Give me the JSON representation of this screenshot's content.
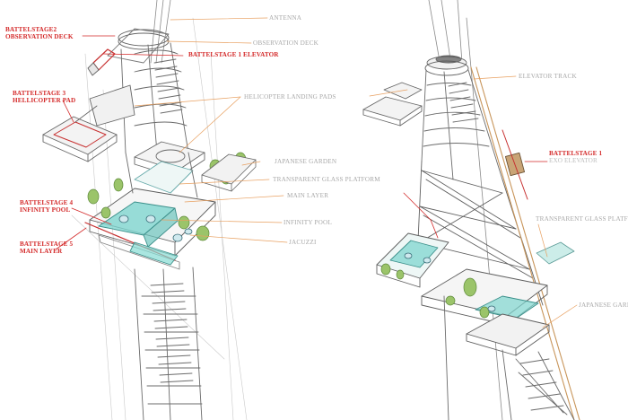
{
  "colors": {
    "red_label": "#d42a2a",
    "grey_label": "#a8a8a8",
    "leader_orange": "#e8a060",
    "sketch_line": "#777777",
    "glass": "#7fd6cf",
    "foliage": "#9bc46a",
    "track": "#c8955a"
  },
  "red_labels": {
    "stage2_line1": "BATTELSTAGE2",
    "stage2_line2": "OBSERVATION DECK",
    "stage1_elevator": "BATTELSTAGE 1  ELEVATOR",
    "stage3_line1": "BATTELSTAGE 3",
    "stage3_line2": "HELLICOPTER PAD",
    "stage4_line1": "BATTELSTAGE 4",
    "stage4_line2": "INFINITY POOL",
    "stage5_line1": "BATTELSTAGE 5",
    "stage5_line2": "MAIN LAYER",
    "stage1_exo_line1": "BATTELSTAGE 1",
    "stage1_exo_line2": "EXO ELEVATOR"
  },
  "grey_labels": {
    "antenna": "ANTENNA",
    "observation_deck": "OBSERVATION DECK",
    "helicopter_pads": "HELICOPTER LANDING PADS",
    "japanese_garden": "JAPANESE GARDEN",
    "glass_platform": "TRANSPARENT GLASS PLATFORM",
    "main_layer": "MAIN LAYER",
    "infinity_pool": "INFINITY POOL",
    "jacuzzi": "JACUZZI",
    "elevator_track": "ELEVATOR TRACK",
    "glass_platform_right": "TRANSPARENT GLASS PLATFO",
    "japanese_garden_right": "JAPANESE GARD"
  }
}
